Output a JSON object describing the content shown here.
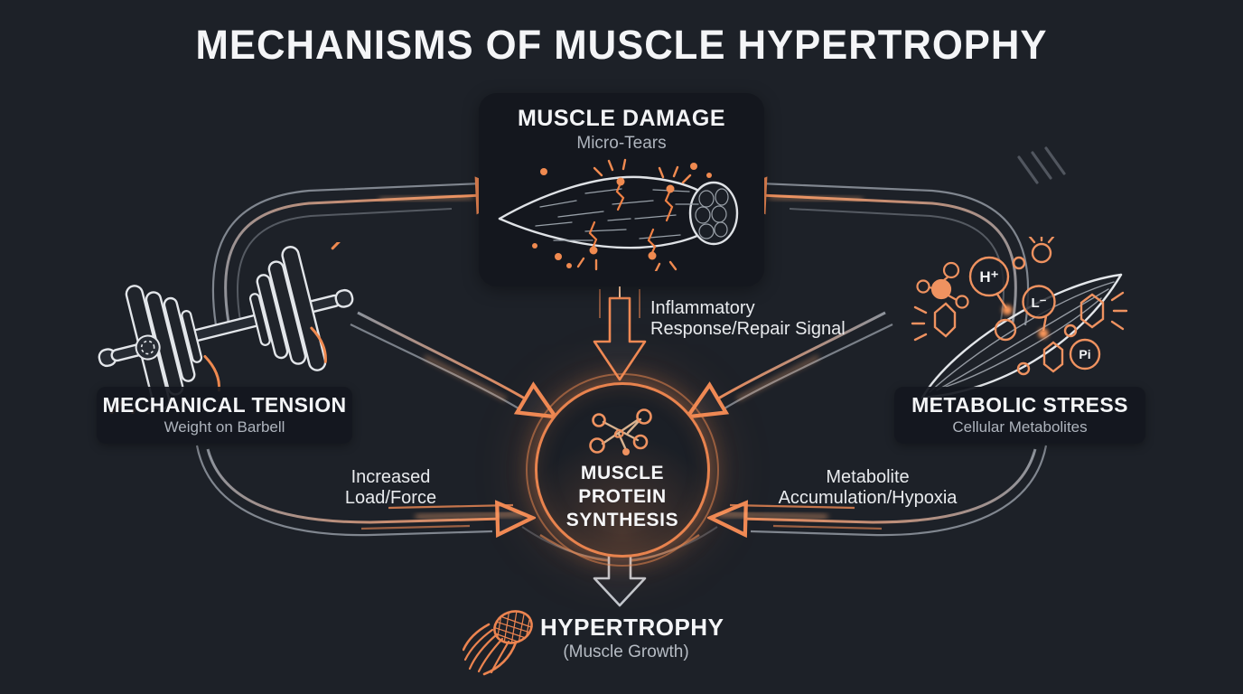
{
  "title": "MECHANISMS OF MUSCLE HYPERTROPHY",
  "colors": {
    "background": "#1d2128",
    "accent_orange": "#ef8a55",
    "card_dark": "#14171e",
    "text_primary": "#f3f4f6",
    "text_muted": "#aeb4bd"
  },
  "nodes": {
    "muscle_damage": {
      "title": "MUSCLE DAMAGE",
      "subtitle": "Micro-Tears"
    },
    "mechanical_tension": {
      "title": "MECHANICAL TENSION",
      "subtitle": "Weight on Barbell"
    },
    "metabolic_stress": {
      "title": "METABOLIC STRESS",
      "subtitle": "Cellular Metabolites"
    },
    "muscle_protein_synthesis": {
      "line1": "MUSCLE",
      "line2": "PROTEIN",
      "line3": "SYNTHESIS"
    },
    "hypertrophy": {
      "title": "HYPERTROPHY",
      "subtitle": "(Muscle Growth)"
    }
  },
  "edge_labels": {
    "inflammatory": {
      "line1": "Inflammatory",
      "line2": "Response/Repair Signal"
    },
    "increased_load": {
      "line1": "Increased",
      "line2": "Load/Force"
    },
    "metabolite_accumulation": {
      "line1": "Metabolite",
      "line2": "Accumulation/Hypoxia"
    }
  },
  "metabolites": {
    "hydrogen": "H⁺",
    "lactate": "L⁻",
    "phosphate": "Pi"
  }
}
